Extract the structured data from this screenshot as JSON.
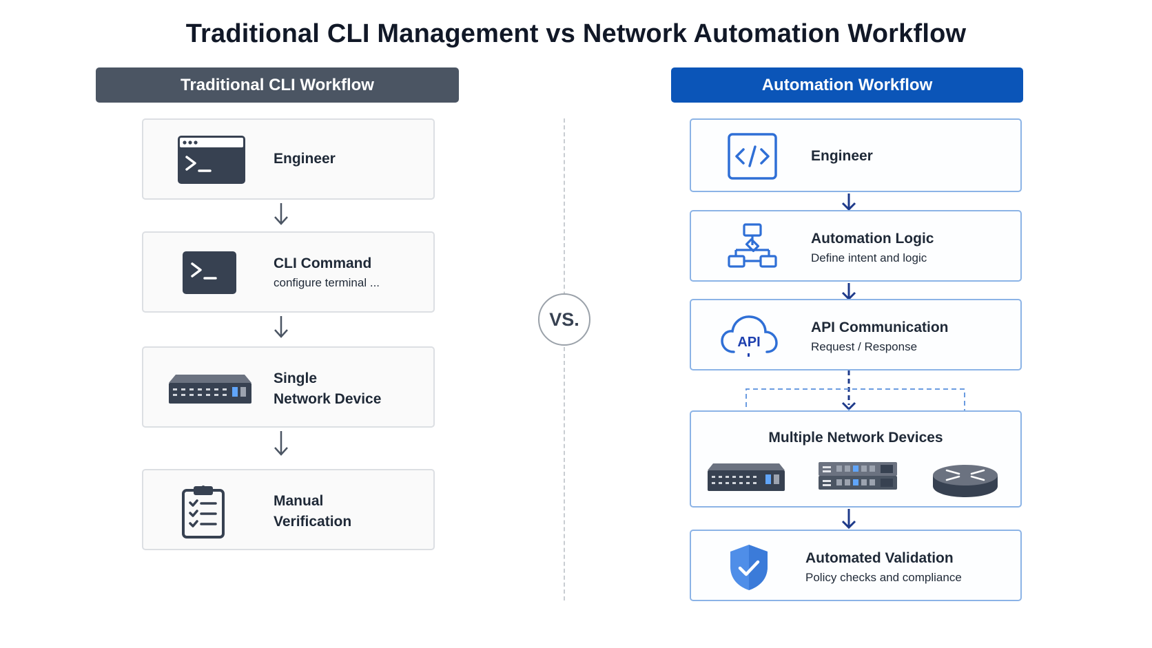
{
  "title": "Traditional CLI Management vs Network Automation Workflow",
  "left": {
    "header": "Traditional CLI Workflow",
    "steps": [
      {
        "title": "Engineer",
        "icon": "terminal-window-icon"
      },
      {
        "title": "CLI Command",
        "subtitle": "configure terminal ...",
        "icon": "terminal-prompt-icon"
      },
      {
        "title_line1": "Single",
        "title_line2": "Network Device",
        "icon": "network-switch-icon"
      },
      {
        "title_line1": "Manual",
        "title_line2": "Verification",
        "icon": "clipboard-checklist-icon"
      }
    ]
  },
  "divider": {
    "label": "VS."
  },
  "right": {
    "header": "Automation Workflow",
    "steps": [
      {
        "title": "Engineer",
        "icon": "code-brackets-icon"
      },
      {
        "title": "Automation Logic",
        "subtitle": "Define intent and logic",
        "icon": "flowchart-icon"
      },
      {
        "title": "API Communication",
        "subtitle": "Request / Response",
        "icon": "api-cloud-icon",
        "icon_label": "API"
      },
      {
        "title": "Multiple Network Devices",
        "icons": [
          "network-switch-icon",
          "server-rack-icon",
          "router-icon"
        ]
      },
      {
        "title": "Automated Validation",
        "subtitle": "Policy checks and compliance",
        "icon": "shield-check-icon"
      }
    ]
  },
  "colors": {
    "left_header": "#4b5563",
    "right_header": "#0b55b8",
    "accent_blue": "#2f6fd6",
    "dark_icon": "#374151"
  }
}
